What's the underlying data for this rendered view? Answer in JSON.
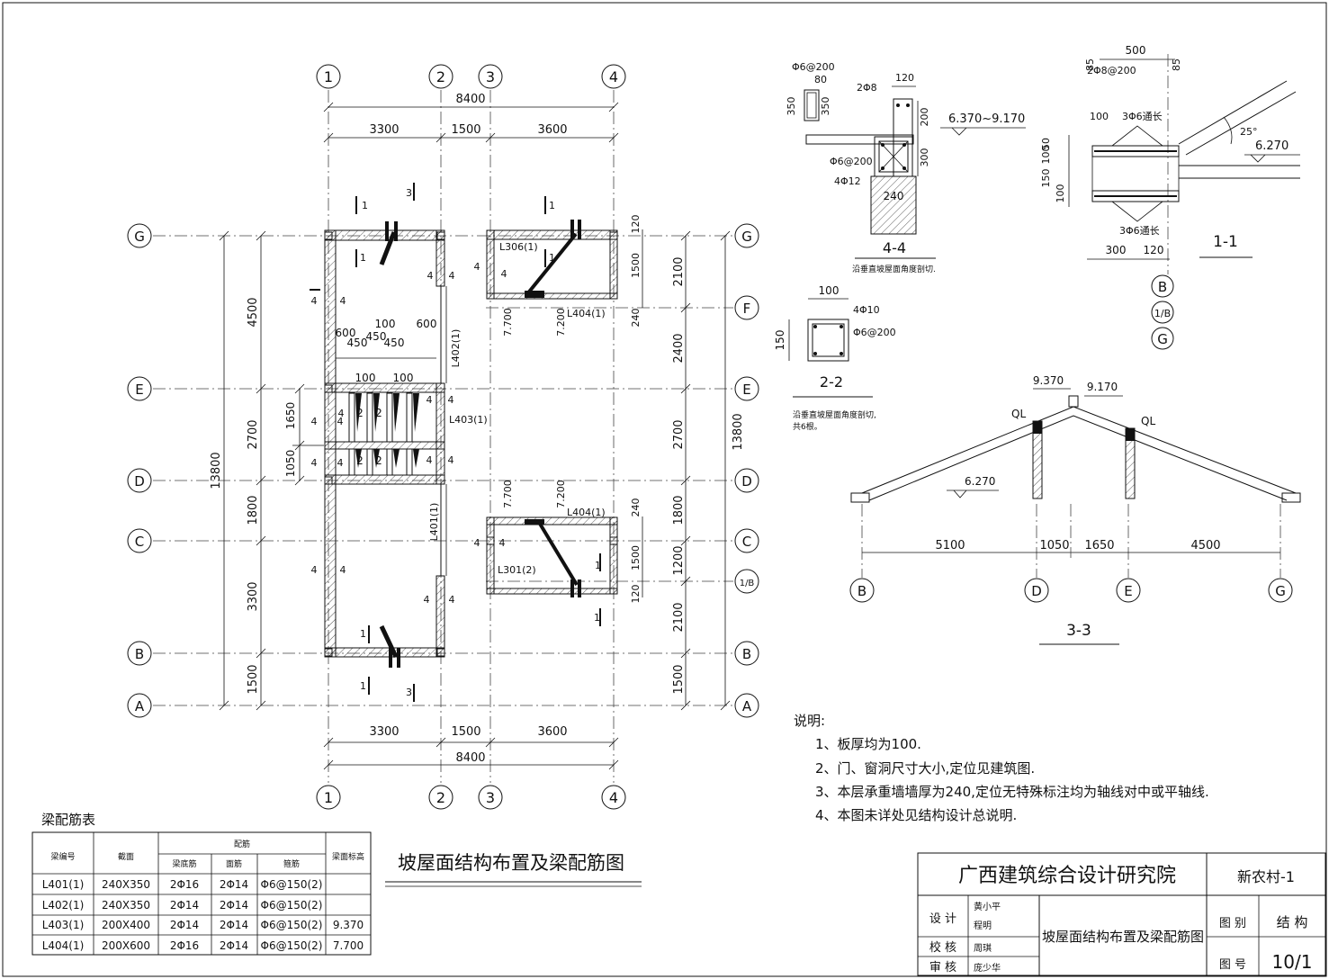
{
  "drawing": {
    "title": "坡屋面结构布置及梁配筋图",
    "axes_top": [
      "1",
      "2",
      "3",
      "4"
    ],
    "axes_side": [
      "G",
      "F",
      "E",
      "D",
      "C",
      "1/B",
      "B",
      "A"
    ],
    "axes_side_left": [
      "G",
      "E",
      "D",
      "C",
      "B",
      "A"
    ],
    "dim_total_h": "8400",
    "dim_h": [
      "3300",
      "1500",
      "3600"
    ],
    "dim_total_v": "13800",
    "dim_left": [
      "4500",
      "2700",
      "1800",
      "3300",
      "1500"
    ],
    "dim_left_inner": [
      "1650",
      "1050"
    ],
    "dim_right": [
      "2100",
      "2400",
      "2700",
      "1800",
      "1200",
      "2100",
      "1500"
    ],
    "dim_right_inner": [
      "120",
      "1500",
      "240",
      "240",
      "1500",
      "120"
    ],
    "beam_labels": [
      "L306(1)",
      "L404(1)",
      "L402(1)",
      "L403(1)",
      "L401(1)",
      "L404(1)",
      "L301(2)"
    ],
    "elev_labels": [
      "7.700",
      "7.200",
      "7.700",
      "7.200"
    ],
    "rib_dims": [
      "600",
      "450",
      "100",
      "450",
      "450",
      "600",
      "100",
      "100"
    ],
    "section_marks": [
      "1",
      "3",
      "1",
      "1",
      "1",
      "4",
      "2",
      "1",
      "3"
    ]
  },
  "section_44": {
    "label": "4-4",
    "note": "沿垂直坡屋面角度剖切.",
    "texts": [
      "Φ6@200",
      "80",
      "350",
      "350",
      "2Φ8",
      "120",
      "200",
      "300",
      "6.370~9.170",
      "Φ6@200",
      "4Φ12",
      "240"
    ]
  },
  "section_22": {
    "label": "2-2",
    "note": "沿垂直坡屋面角度剖切,\n共6根。",
    "texts": [
      "100",
      "4Φ10",
      "Φ6@200",
      "150"
    ]
  },
  "section_11": {
    "label": "1-1",
    "texts": [
      "500",
      "85",
      "85",
      "2Φ8@200",
      "100",
      "3Φ6通长",
      "25°",
      "50",
      "100",
      "150",
      "100",
      "6.270",
      "3Φ6通长",
      "300",
      "120"
    ],
    "axes": [
      "B",
      "1/B",
      "G"
    ]
  },
  "section_33": {
    "label": "3-3",
    "texts": [
      "9.370",
      "9.170",
      "QL",
      "QL",
      "6.270"
    ],
    "dims": [
      "5100",
      "1050",
      "1650",
      "4500"
    ],
    "axes": [
      "B",
      "D",
      "E",
      "G"
    ]
  },
  "notes": {
    "heading": "说明:",
    "items": [
      "1、板厚均为100.",
      "2、门、窗洞尺寸大小,定位见建筑图.",
      "3、本层承重墙墙厚为240,定位无特殊标注均为轴线对中或平轴线.",
      "4、本图未详处见结构设计总说明."
    ]
  },
  "beam_table": {
    "caption": "梁配筋表",
    "headers": [
      "梁编号",
      "截面",
      "配筋",
      "梁底筋",
      "面筋",
      "箍筋",
      "梁面标高"
    ],
    "rows": [
      [
        "L401(1)",
        "240X350",
        "2Φ16",
        "2Φ14",
        "Φ6@150(2)",
        ""
      ],
      [
        "L402(1)",
        "240X350",
        "2Φ14",
        "2Φ14",
        "Φ6@150(2)",
        ""
      ],
      [
        "L403(1)",
        "200X400",
        "2Φ14",
        "2Φ14",
        "Φ6@150(2)",
        "9.370"
      ],
      [
        "L404(1)",
        "200X600",
        "2Φ16",
        "2Φ14",
        "Φ6@150(2)",
        "7.700"
      ]
    ]
  },
  "title_block": {
    "institute": "广西建筑综合设计研究院",
    "project": "新农村-1",
    "drawing_name": "坡屋面结构布置及梁配筋图",
    "design_label": "设 计",
    "check_label": "校 核",
    "review_label": "审 核",
    "designers": [
      "黄小平",
      "程明"
    ],
    "checker": "周琪",
    "reviewer": "庞少华",
    "category_label": "图 别",
    "category": "结 构",
    "number_label": "图 号",
    "number": "10/1"
  }
}
